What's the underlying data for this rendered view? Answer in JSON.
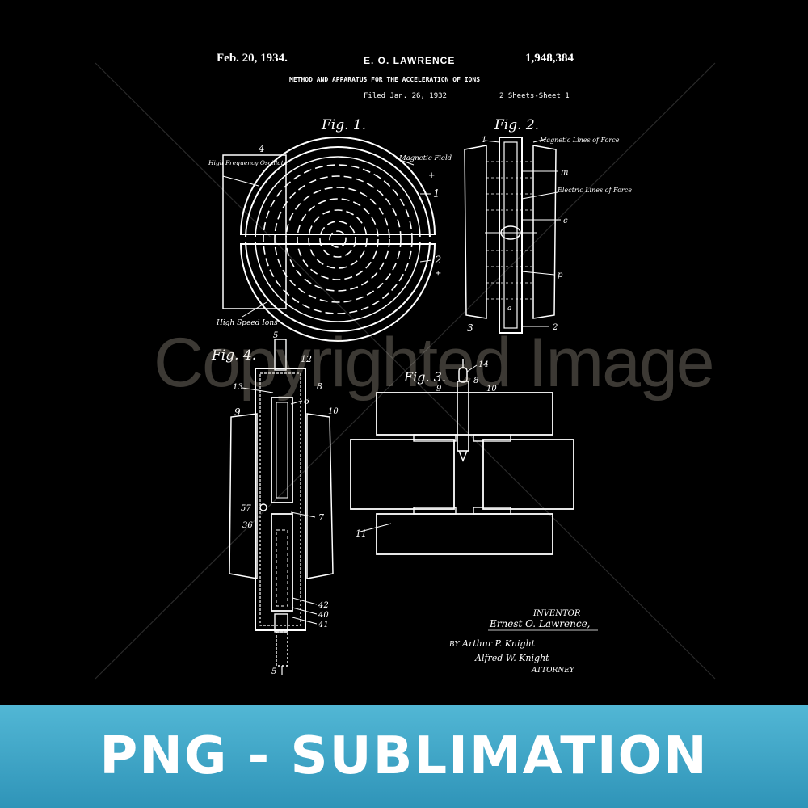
{
  "patent": {
    "date": "Feb. 20, 1934.",
    "inventor_header": "E. O. LAWRENCE",
    "number": "1,948,384",
    "title": "METHOD AND APPARATUS FOR THE ACCELERATION OF IONS",
    "filed": "Filed Jan. 26, 1932",
    "sheets": "2 Sheets-Sheet 1"
  },
  "figures": {
    "fig1": {
      "label": "Fig. 1.",
      "labels": [
        "High Frequency Oscillator",
        "Magnetic Field",
        "High Speed Ions"
      ],
      "numbers": [
        "4",
        "1",
        "2"
      ],
      "signs": [
        "+",
        "±"
      ]
    },
    "fig2": {
      "label": "Fig. 2.",
      "labels": [
        "Magnetic Lines of Force",
        "Electric Lines of Force"
      ],
      "numbers": [
        "1",
        "m",
        "c",
        "p",
        "a",
        "2",
        "3"
      ]
    },
    "fig3": {
      "label": "Fig. 3.",
      "numbers": [
        "14",
        "8",
        "9",
        "10",
        "11"
      ]
    },
    "fig4": {
      "label": "Fig. 4.",
      "numbers": [
        "5",
        "12",
        "13",
        "8",
        "6",
        "9",
        "10",
        "57",
        "36",
        "7",
        "42",
        "40",
        "41",
        "5"
      ]
    }
  },
  "signature_block": {
    "inventor_caption": "INVENTOR",
    "inventor_name": "Ernest O. Lawrence,",
    "by": "BY",
    "attorney_signatures": [
      "Arthur P. Knight",
      "Alfred W. Knight"
    ],
    "attorney_caption": "ATTORNEY"
  },
  "watermark": "Copyrighted Image",
  "banner": {
    "text": "PNG - SUBLIMATION",
    "colors": [
      "#52b7d5",
      "#2f94b8"
    ]
  }
}
